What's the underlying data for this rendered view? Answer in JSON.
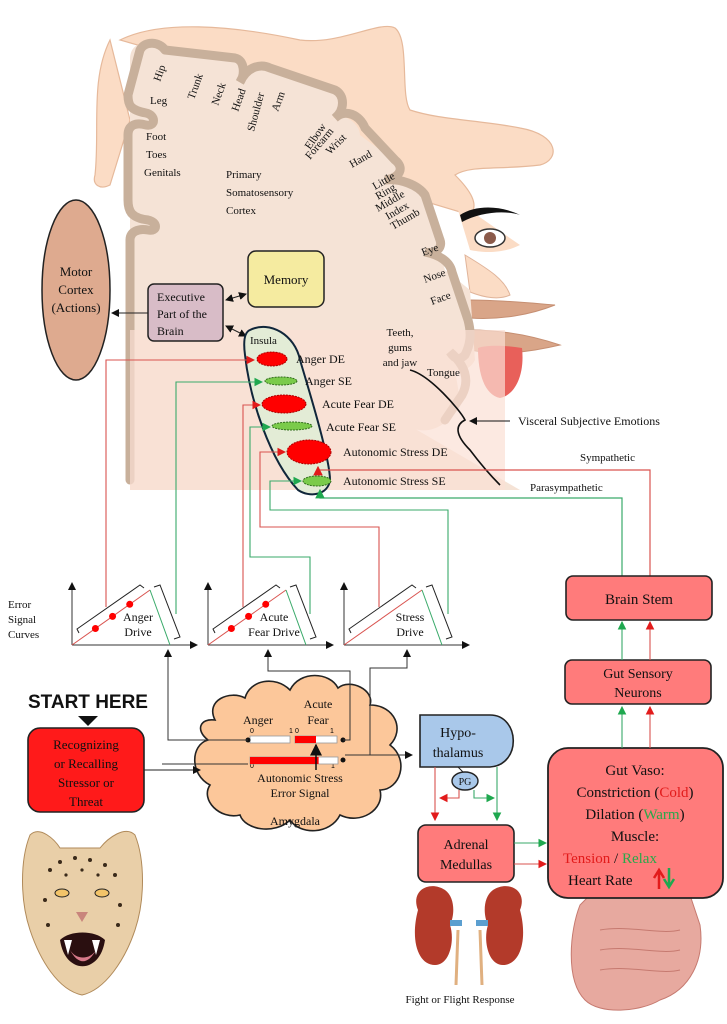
{
  "cortex": {
    "title_lines": [
      "Primary",
      "Somatosensory",
      "Cortex"
    ],
    "homunculus_labels": [
      "Hip",
      "Leg",
      "Trunk",
      "Neck",
      "Head",
      "Shoulder",
      "Arm",
      "Elbow",
      "Forearm",
      "Wrist",
      "Hand",
      "Little",
      "Ring",
      "Middle",
      "Index",
      "Thumb",
      "Eye",
      "Nose",
      "Face",
      "Tongue"
    ],
    "foot_labels": [
      "Foot",
      "Toes",
      "Genitals"
    ],
    "teeth_lines": [
      "Teeth,",
      "gums",
      "and jaw"
    ]
  },
  "nodes": {
    "motor_cortex": [
      "Motor",
      "Cortex",
      "(Actions)"
    ],
    "executive": [
      "Executive",
      "Part of the",
      "Brain"
    ],
    "memory": "Memory",
    "insula": "Insula",
    "brain_stem": "Brain Stem",
    "gut_sensory": [
      "Gut Sensory",
      "Neurons"
    ],
    "start_here": "START HERE",
    "stressor": [
      "Recognizing",
      "or Recalling",
      "Stressor or",
      "Threat"
    ],
    "hypothalamus": [
      "Hypo-",
      "thalamus"
    ],
    "pg": "PG",
    "adrenal": [
      "Adrenal",
      "Medullas"
    ],
    "gut_effects": {
      "line1": "Gut Vaso:",
      "constriction": "Constriction (",
      "cold": "Cold",
      "close1": ")",
      "dilation": "Dilation (",
      "warm": "Warm",
      "close2": ")",
      "muscle": "Muscle:",
      "tension": "Tension",
      "slash": " / ",
      "relax": "Relax",
      "heart_rate": "Heart Rate"
    }
  },
  "emotions": [
    {
      "label": "Anger DE",
      "type": "DE"
    },
    {
      "label": "Anger SE",
      "type": "SE"
    },
    {
      "label": "Acute Fear DE",
      "type": "DE"
    },
    {
      "label": "Acute Fear SE",
      "type": "SE"
    },
    {
      "label": "Autonomic Stress DE",
      "type": "DE"
    },
    {
      "label": "Autonomic Stress SE",
      "type": "SE"
    }
  ],
  "annotations": {
    "visceral": "Visceral Subjective Emotions",
    "sympathetic": "Sympathetic",
    "parasympathetic": "Parasympathetic",
    "error_signal_curves": [
      "Error",
      "Signal",
      "Curves"
    ],
    "fight_or_flight": "Fight or Flight Response"
  },
  "drives": [
    {
      "lines": [
        "Anger",
        "Drive"
      ],
      "dots": 3
    },
    {
      "lines": [
        "Acute",
        "Fear Drive"
      ],
      "dots": 3
    },
    {
      "lines": [
        "Stress",
        "Drive"
      ],
      "dots": 0
    }
  ],
  "amygdala": {
    "name": "Amygdala",
    "anger_label": "Anger",
    "fear_label": [
      "Acute",
      "Fear"
    ],
    "stress_label": [
      "Autonomic Stress",
      "Error Signal"
    ],
    "scale_min": "0",
    "scale_max": "1",
    "anger_level": 0.0,
    "fear_level": 0.5,
    "stress_level": 0.78
  },
  "colors": {
    "red_box": "#ff7b7b",
    "start_box": "#ff1a1a",
    "hypothalamus": "#a9c8ea",
    "amygdala": "#fcc79a",
    "motor": "#deaa8f",
    "executive": "#d8bcc7",
    "memory": "#f5eba0",
    "cortex_fill": "#f5e3d6",
    "cortex_border": "#c8b09b",
    "sympathetic": "#d9534f",
    "parasympathetic": "#3aaa6a",
    "red_text": "#e21b1b",
    "green_text": "#2aa84a"
  }
}
